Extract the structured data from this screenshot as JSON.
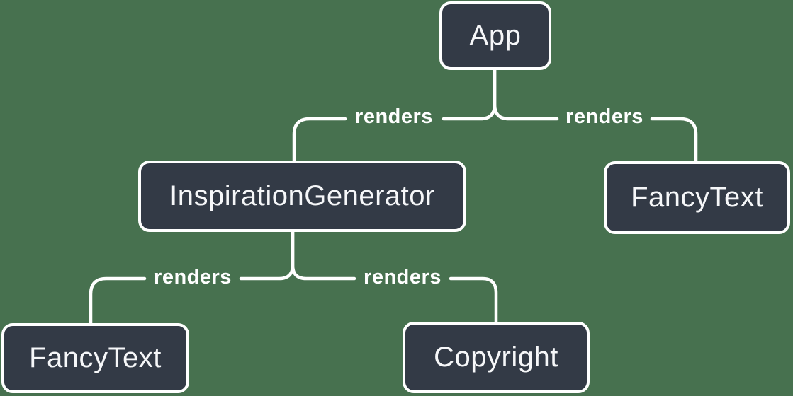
{
  "canvas": {
    "background_color": "#47714F",
    "node_fill_color": "#333A46",
    "node_border_color": "#FFFFFF",
    "node_text_color": "#F6F7F9",
    "edge_color": "#FFFFFF",
    "edge_label_color": "#FFFFFF"
  },
  "diagram": {
    "type": "component-render-tree",
    "nodes": [
      {
        "id": "app",
        "label": "App"
      },
      {
        "id": "inspiration-generator",
        "label": "InspirationGenerator"
      },
      {
        "id": "fancy-text-right",
        "label": "FancyText"
      },
      {
        "id": "fancy-text-bottom-left",
        "label": "FancyText"
      },
      {
        "id": "copyright",
        "label": "Copyright"
      }
    ],
    "edges": [
      {
        "from": "App",
        "to": "InspirationGenerator",
        "label": "renders"
      },
      {
        "from": "App",
        "to": "FancyText",
        "label": "renders"
      },
      {
        "from": "InspirationGenerator",
        "to": "FancyText",
        "label": "renders"
      },
      {
        "from": "InspirationGenerator",
        "to": "Copyright",
        "label": "renders"
      }
    ]
  }
}
